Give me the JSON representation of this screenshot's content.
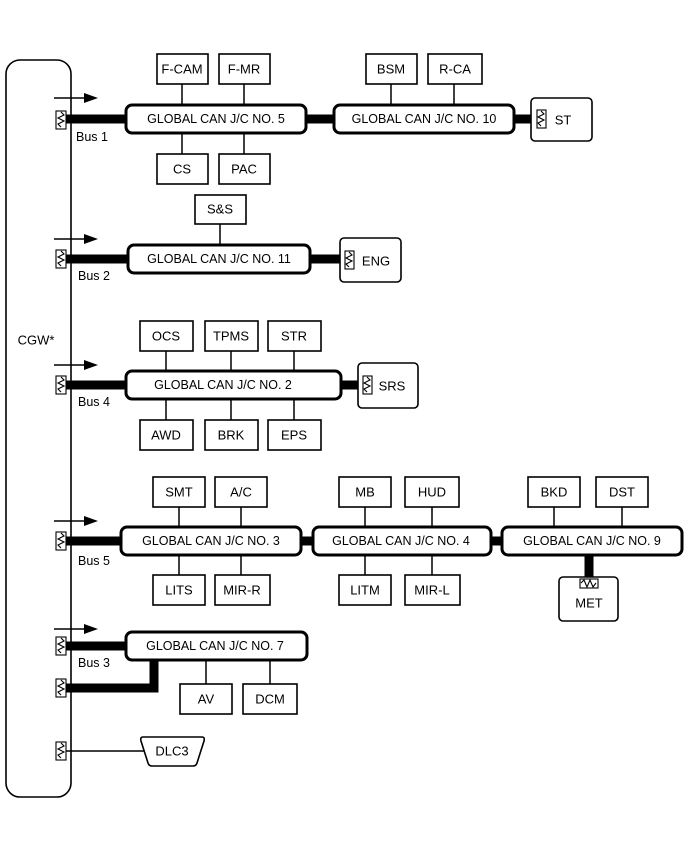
{
  "gateway": {
    "label": "CGW*"
  },
  "buses": [
    {
      "id": "bus1",
      "label": "Bus 1"
    },
    {
      "id": "bus2",
      "label": "Bus 2"
    },
    {
      "id": "bus4",
      "label": "Bus 4"
    },
    {
      "id": "bus5",
      "label": "Bus 5"
    },
    {
      "id": "bus3",
      "label": "Bus 3"
    }
  ],
  "junctions": [
    {
      "id": "jc5",
      "label": "GLOBAL CAN J/C NO. 5"
    },
    {
      "id": "jc10",
      "label": "GLOBAL CAN J/C NO. 10"
    },
    {
      "id": "jc11",
      "label": "GLOBAL CAN J/C NO. 11"
    },
    {
      "id": "jc2",
      "label": "GLOBAL CAN J/C NO. 2"
    },
    {
      "id": "jc3",
      "label": "GLOBAL CAN J/C NO. 3"
    },
    {
      "id": "jc4",
      "label": "GLOBAL CAN J/C NO. 4"
    },
    {
      "id": "jc9",
      "label": "GLOBAL CAN J/C NO. 9"
    },
    {
      "id": "jc7",
      "label": "GLOBAL CAN J/C NO. 7"
    }
  ],
  "ecus": [
    {
      "id": "fcam",
      "label": "F-CAM",
      "junction": "jc5"
    },
    {
      "id": "fmr",
      "label": "F-MR",
      "junction": "jc5"
    },
    {
      "id": "cs",
      "label": "CS",
      "junction": "jc5"
    },
    {
      "id": "pac",
      "label": "PAC",
      "junction": "jc5"
    },
    {
      "id": "bsm",
      "label": "BSM",
      "junction": "jc10"
    },
    {
      "id": "rca",
      "label": "R-CA",
      "junction": "jc10"
    },
    {
      "id": "st",
      "label": "ST",
      "junction": "jc10"
    },
    {
      "id": "ss",
      "label": "S&S",
      "junction": "jc11"
    },
    {
      "id": "eng",
      "label": "ENG",
      "junction": "jc11"
    },
    {
      "id": "ocs",
      "label": "OCS",
      "junction": "jc2"
    },
    {
      "id": "tpms",
      "label": "TPMS",
      "junction": "jc2"
    },
    {
      "id": "str",
      "label": "STR",
      "junction": "jc2"
    },
    {
      "id": "srs",
      "label": "SRS",
      "junction": "jc2"
    },
    {
      "id": "awd",
      "label": "AWD",
      "junction": "jc2"
    },
    {
      "id": "brk",
      "label": "BRK",
      "junction": "jc2"
    },
    {
      "id": "eps",
      "label": "EPS",
      "junction": "jc2"
    },
    {
      "id": "smt",
      "label": "SMT",
      "junction": "jc3"
    },
    {
      "id": "ac",
      "label": "A/C",
      "junction": "jc3"
    },
    {
      "id": "lits",
      "label": "LITS",
      "junction": "jc3"
    },
    {
      "id": "mirr",
      "label": "MIR-R",
      "junction": "jc3"
    },
    {
      "id": "mb",
      "label": "MB",
      "junction": "jc4"
    },
    {
      "id": "hud",
      "label": "HUD",
      "junction": "jc4"
    },
    {
      "id": "litm",
      "label": "LITM",
      "junction": "jc4"
    },
    {
      "id": "mirl",
      "label": "MIR-L",
      "junction": "jc4"
    },
    {
      "id": "bkd",
      "label": "BKD",
      "junction": "jc9"
    },
    {
      "id": "dst",
      "label": "DST",
      "junction": "jc9"
    },
    {
      "id": "met",
      "label": "MET",
      "junction": "jc9"
    },
    {
      "id": "av",
      "label": "AV",
      "junction": "jc7"
    },
    {
      "id": "dcm",
      "label": "DCM",
      "junction": "jc7"
    }
  ],
  "connector": {
    "id": "dlc3",
    "label": "DLC3"
  }
}
